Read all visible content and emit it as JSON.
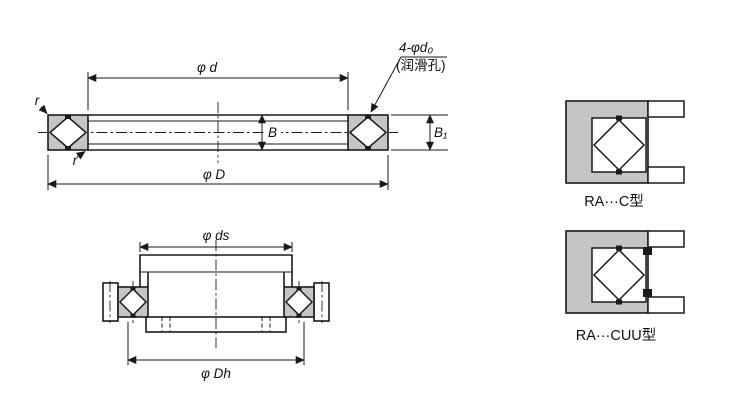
{
  "front_view": {
    "dim_d": "φ d",
    "dim_D": "φ D",
    "dim_B": "B",
    "dim_B1": "B₁",
    "r_top": "r",
    "r_bottom": "r",
    "holes_callout": "4-φd₀",
    "holes_note": "(润滑孔)"
  },
  "mounting_view": {
    "dim_ds": "φ ds",
    "dim_Dh": "φ Dh"
  },
  "details": {
    "type_c": "RA···C型",
    "type_cuu": "RA···CUU型"
  },
  "colors": {
    "line": "#1a1a1a",
    "block_fill": "#c5c5c5",
    "background": "#ffffff"
  }
}
